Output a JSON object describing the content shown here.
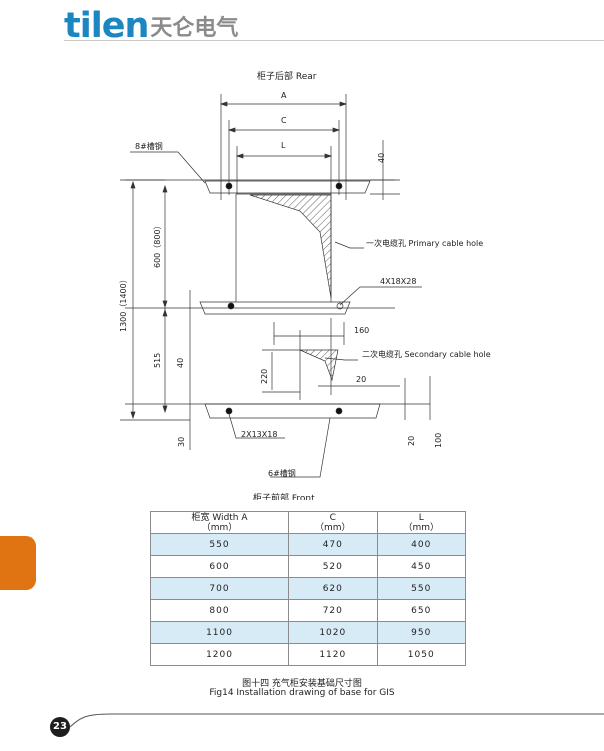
{
  "header": {
    "logo_latin": "tilen",
    "logo_cn": "天仑电气"
  },
  "drawing": {
    "rear_title": "柜子后部  Rear",
    "front_title": "柜子前部  Front",
    "dim_A": "A",
    "dim_C": "C",
    "dim_L": "L",
    "dim_40_top": "40",
    "label_channel_8": "8#槽钢",
    "label_primary_hole": "一次电缆孔 Primary cable hole",
    "label_4x18x28": "4X18X28",
    "dim_1300": "1300（1400）",
    "dim_600": "600（800）",
    "dim_515": "515",
    "dim_40_left": "40",
    "dim_160": "160",
    "label_secondary_hole": "二次电缆孔 Secondary cable hole",
    "dim_220": "220",
    "dim_20_mid": "20",
    "label_2x13x18": "2X13X18",
    "dim_30": "30",
    "dim_20_bottom": "20",
    "dim_100": "100",
    "label_channel_6": "6#槽钢"
  },
  "table": {
    "headers": [
      {
        "line1": "柜宽 Width A",
        "line2": "（mm）"
      },
      {
        "line1": "C",
        "line2": "（mm）"
      },
      {
        "line1": "L",
        "line2": "（mm）"
      }
    ],
    "rows": [
      [
        "550",
        "470",
        "400"
      ],
      [
        "600",
        "520",
        "450"
      ],
      [
        "700",
        "620",
        "550"
      ],
      [
        "800",
        "720",
        "650"
      ],
      [
        "1100",
        "1020",
        "950"
      ],
      [
        "1200",
        "1120",
        "1050"
      ]
    ]
  },
  "caption": {
    "cn": "图十四  充气柜安装基础尺寸图",
    "en": "Fig14  Installation drawing of base for GIS"
  },
  "footer": {
    "page_number": "23"
  },
  "colors": {
    "brand_blue": "#1c86c0",
    "brand_grey": "#8b8b8b",
    "side_tab": "#e07413",
    "row_shade": "#d7ebf7"
  }
}
